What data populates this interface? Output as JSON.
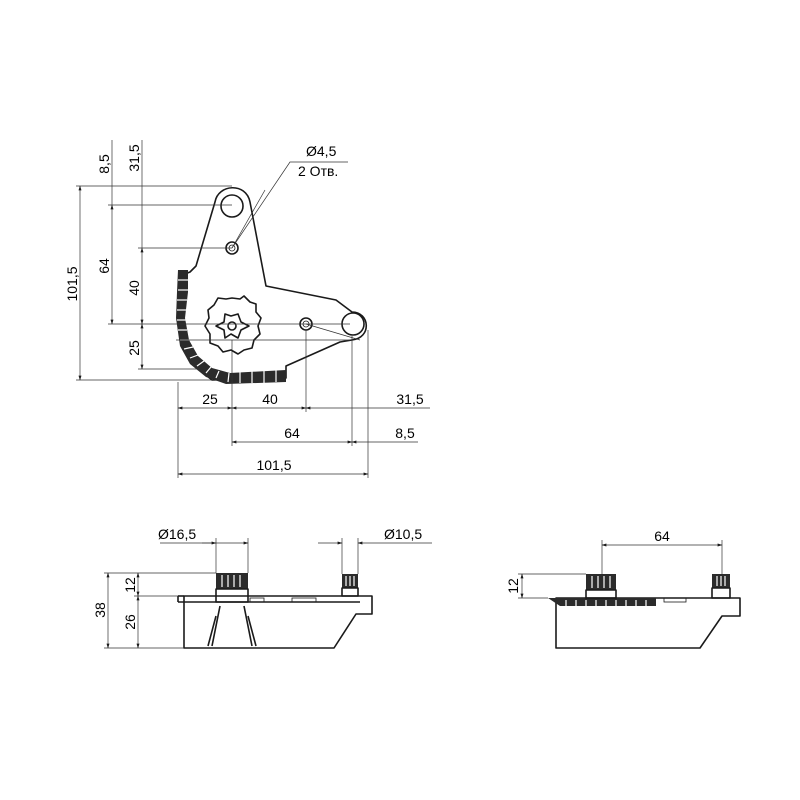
{
  "front_view": {
    "hole_callout": {
      "diameter": "Ø4,5",
      "count": "2 Отв."
    },
    "vertical_dims": {
      "d8_5": "8,5",
      "d31_5": "31,5",
      "d64": "64",
      "d40": "40",
      "d101_5": "101,5",
      "d25": "25"
    },
    "horizontal_dims": {
      "d25": "25",
      "d40": "40",
      "d31_5": "31,5",
      "d64": "64",
      "d8_5": "8,5",
      "d101_5": "101,5"
    }
  },
  "side_view_left": {
    "diam_large": "Ø16,5",
    "diam_small": "Ø10,5",
    "height_total": "38",
    "height_top": "12",
    "height_body": "26"
  },
  "side_view_right": {
    "spacing": "64",
    "height_top": "12"
  }
}
